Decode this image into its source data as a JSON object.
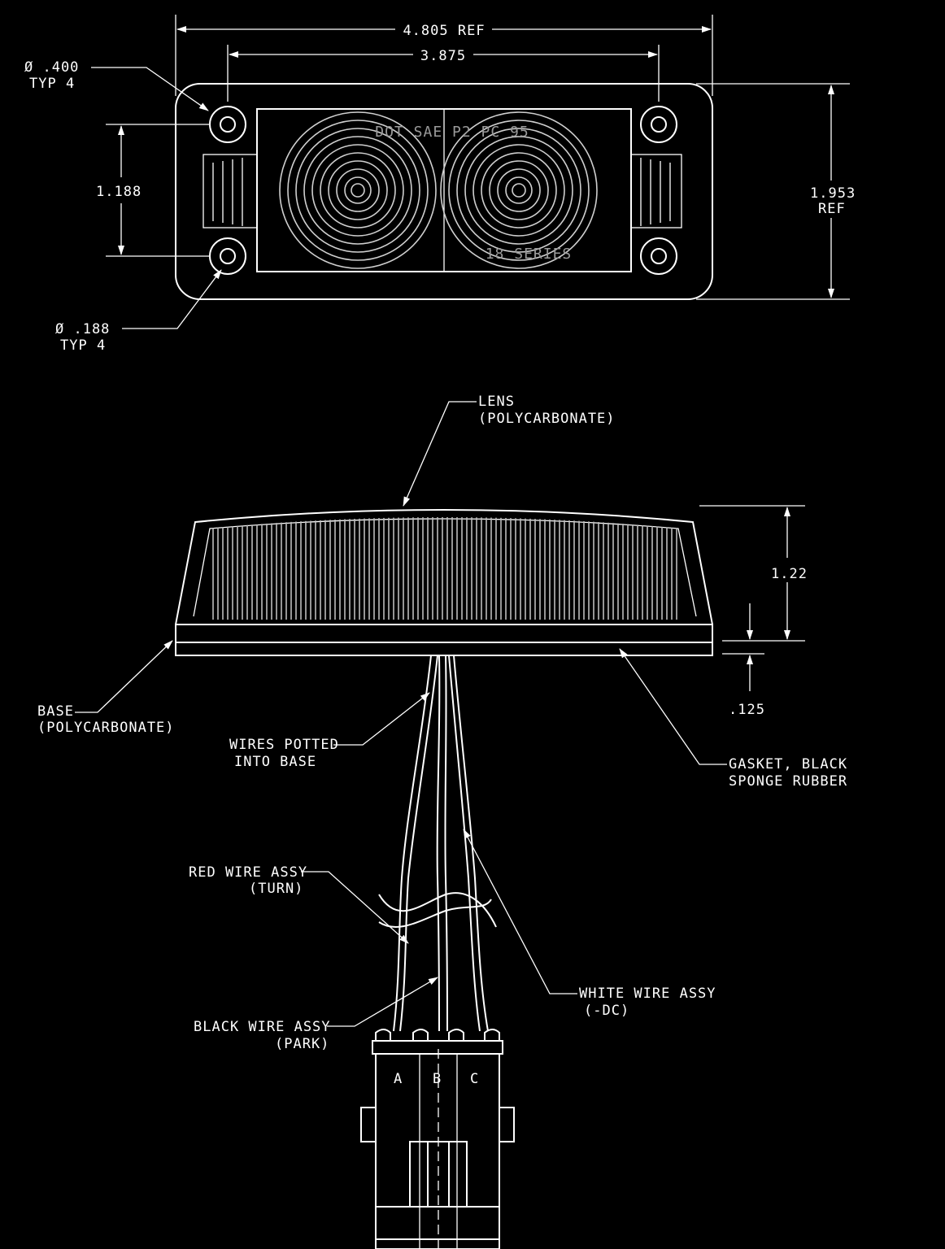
{
  "colors": {
    "background": "#000000",
    "linework": "#ffffff"
  },
  "top_view": {
    "dim_overall_width": "4.805 REF",
    "dim_hole_spacing": "3.875",
    "dim_hole_dia_large": "Ø .400",
    "dim_hole_dia_large_note": "TYP 4",
    "dim_hole_dia_small": "Ø .188",
    "dim_hole_dia_small_note": "TYP 4",
    "dim_vertical_spacing": "1.188",
    "dim_overall_height": "1.953",
    "dim_overall_height_note": "REF",
    "lens_mark_top": "DOT SAE P2 PC 95",
    "lens_mark_bottom": "18 SERIES"
  },
  "side_view": {
    "lens_label": "LENS",
    "lens_material": "(POLYCARBONATE)",
    "dim_height": "1.22",
    "dim_gasket": ".125",
    "base_label": "BASE",
    "base_material": "(POLYCARBONATE)",
    "wires_label": "WIRES POTTED",
    "wires_label_2": "INTO BASE",
    "gasket_label": "GASKET, BLACK",
    "gasket_label_2": "SPONGE RUBBER",
    "red_wire_label": "RED WIRE ASSY",
    "red_wire_function": "(TURN)",
    "white_wire_label": "WHITE WIRE ASSY",
    "white_wire_function": "(-DC)",
    "black_wire_label": "BLACK WIRE ASSY",
    "black_wire_function": "(PARK)",
    "connector_pins": [
      "A",
      "B",
      "C"
    ]
  }
}
